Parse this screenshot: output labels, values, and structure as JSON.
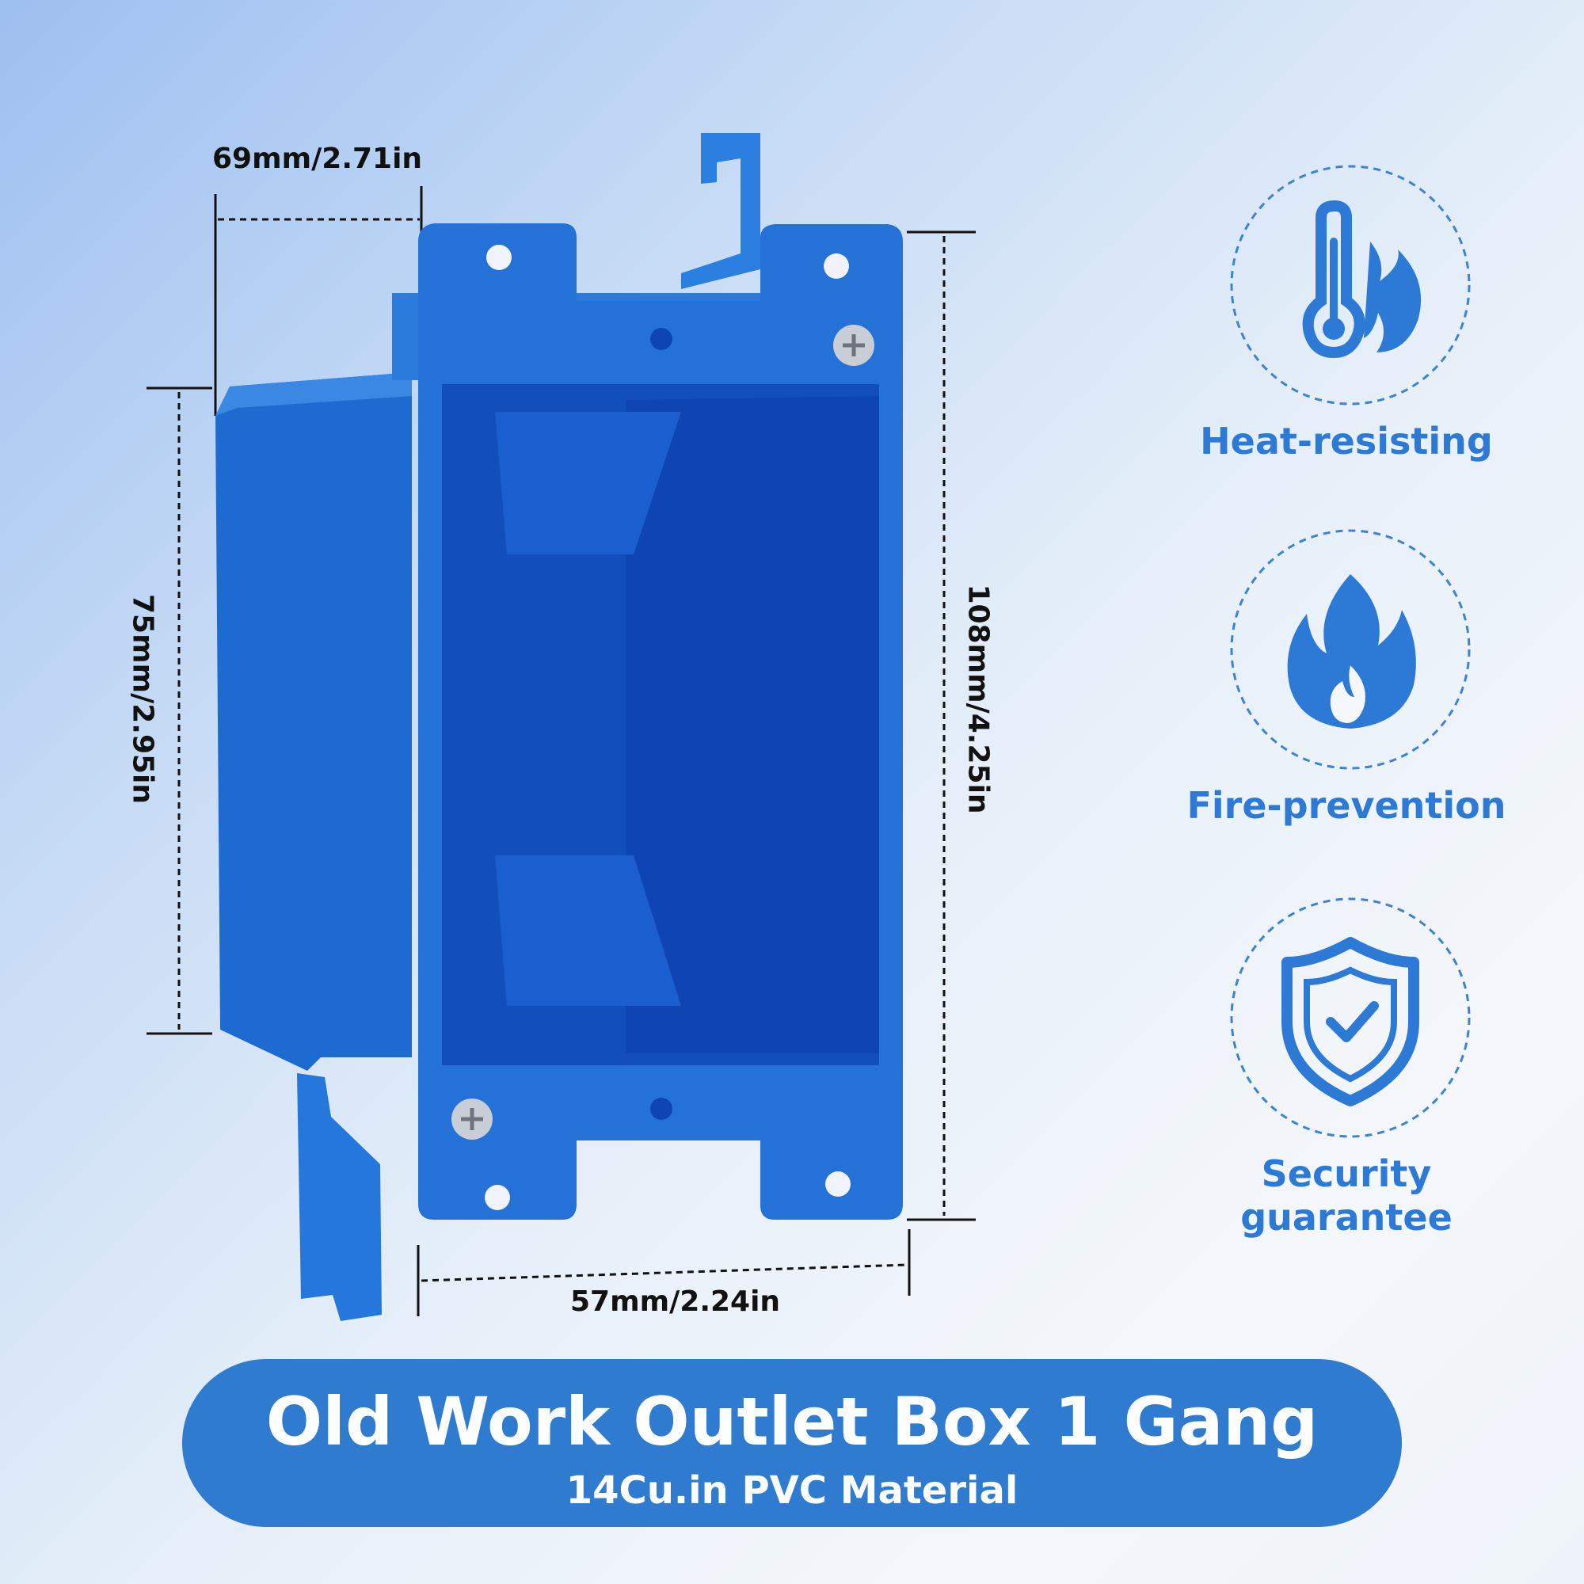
{
  "dimensions": {
    "depth_top": "69mm/2.71in",
    "depth_left": "75mm/2.95in",
    "height_right": "108mm/4.25in",
    "width_bottom": "57mm/2.24in"
  },
  "features": [
    {
      "label": "Heat-resisting",
      "icon": "thermometer-flame-icon"
    },
    {
      "label": "Fire-prevention",
      "icon": "flame-icon"
    },
    {
      "label": "Security\nguarantee",
      "icon": "shield-check-icon"
    }
  ],
  "banner": {
    "title": "Old Work Outlet Box 1 Gang",
    "subtitle": "14Cu.in PVC Material"
  },
  "colors": {
    "accent": "#2f7bd0",
    "product_blue": "#1f6fd6",
    "label_blue": "#2d7ad6"
  }
}
